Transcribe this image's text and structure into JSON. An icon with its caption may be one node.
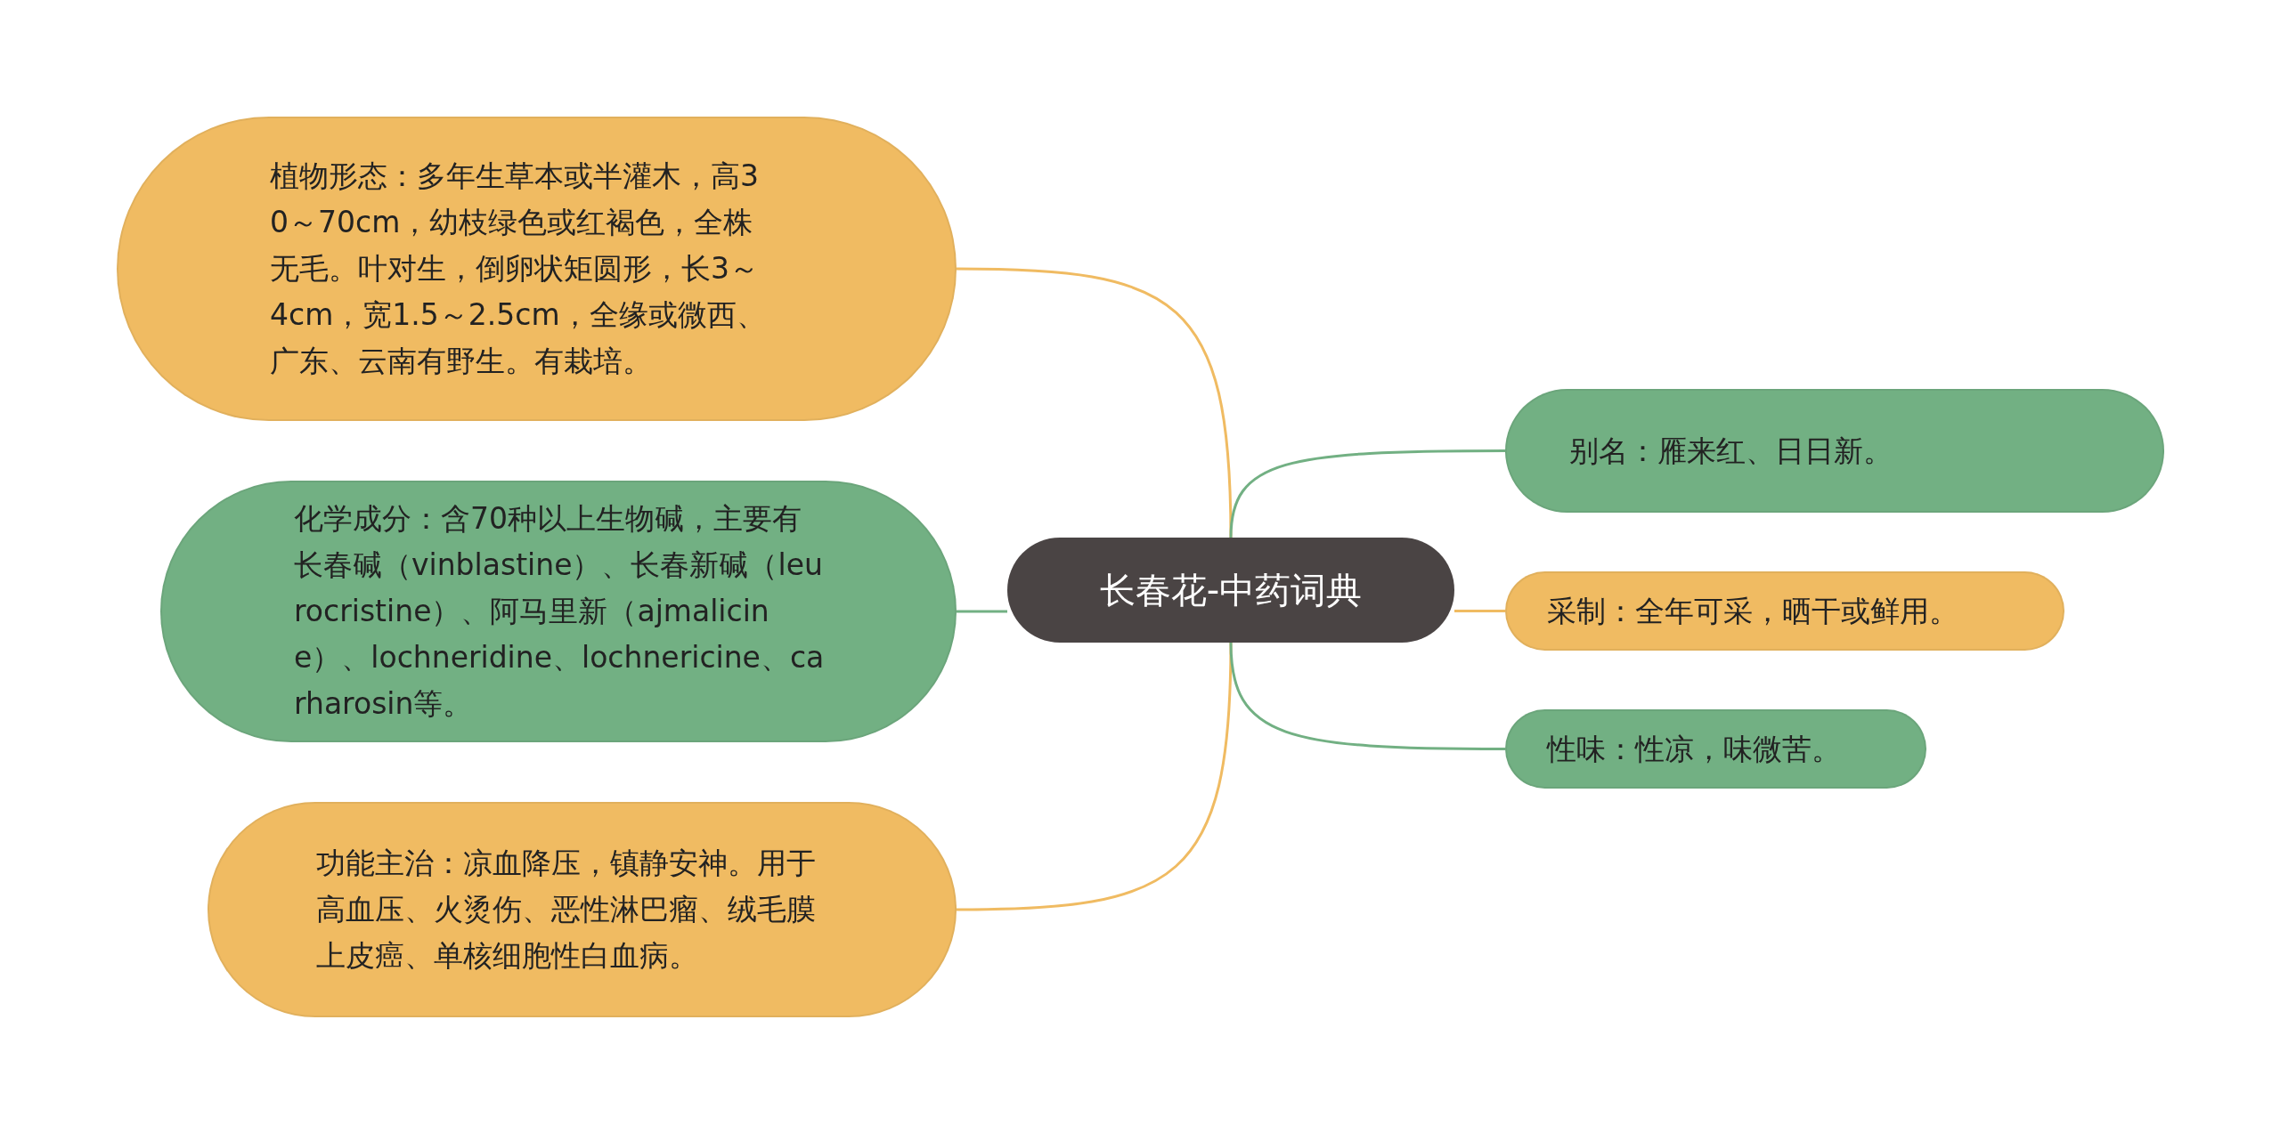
{
  "diagram": {
    "nodes": [
      {
        "text": [
          "长春花-中药词典"
        ]
      },
      {
        "text": [
          "植物形态：多年生草本或半灌木，高30～70cm，幼枝绿色或红褐色，全株无毛。叶对生，倒卵状矩圆形，长3～4cm，宽1.5～2.5cm，全缘或微西、广东、云南有野生。有栽培。"
        ]
      },
      {
        "text": [
          "化学成分：含70种以上生物碱，主要有长春碱（vinblastine）、长春新碱（leurocristine）、阿马里新（ajmalicine）、lochneridine、lochnericine、carharosin等。"
        ]
      },
      {
        "text": [
          "功能主治：凉血降压，镇静安神。用于高血压、火烫伤、恶性淋巴瘤、绒毛膜上皮癌、单核细胞性白血病。"
        ]
      },
      {
        "text": [
          "别名：雁来红、日日新。"
        ]
      },
      {
        "text": [
          "采制：全年可采，晒干或鲜用。"
        ]
      },
      {
        "text": [
          "性味：性凉，味微苦。"
        ]
      }
    ],
    "edges": [
      {
        "from": 0,
        "to": 1,
        "arrow": "none"
      },
      {
        "from": 0,
        "to": 2,
        "arrow": "none",
        "color": "#72b083"
      },
      {
        "from": 0,
        "to": 3,
        "arrow": "none"
      },
      {
        "from": 0,
        "to": 4,
        "arrow": "none",
        "color": "#72b083"
      },
      {
        "from": 0,
        "to": 5,
        "arrow": "none"
      },
      {
        "from": 0,
        "to": 6,
        "arrow": "none",
        "color": "#72b083"
      }
    ]
  }
}
